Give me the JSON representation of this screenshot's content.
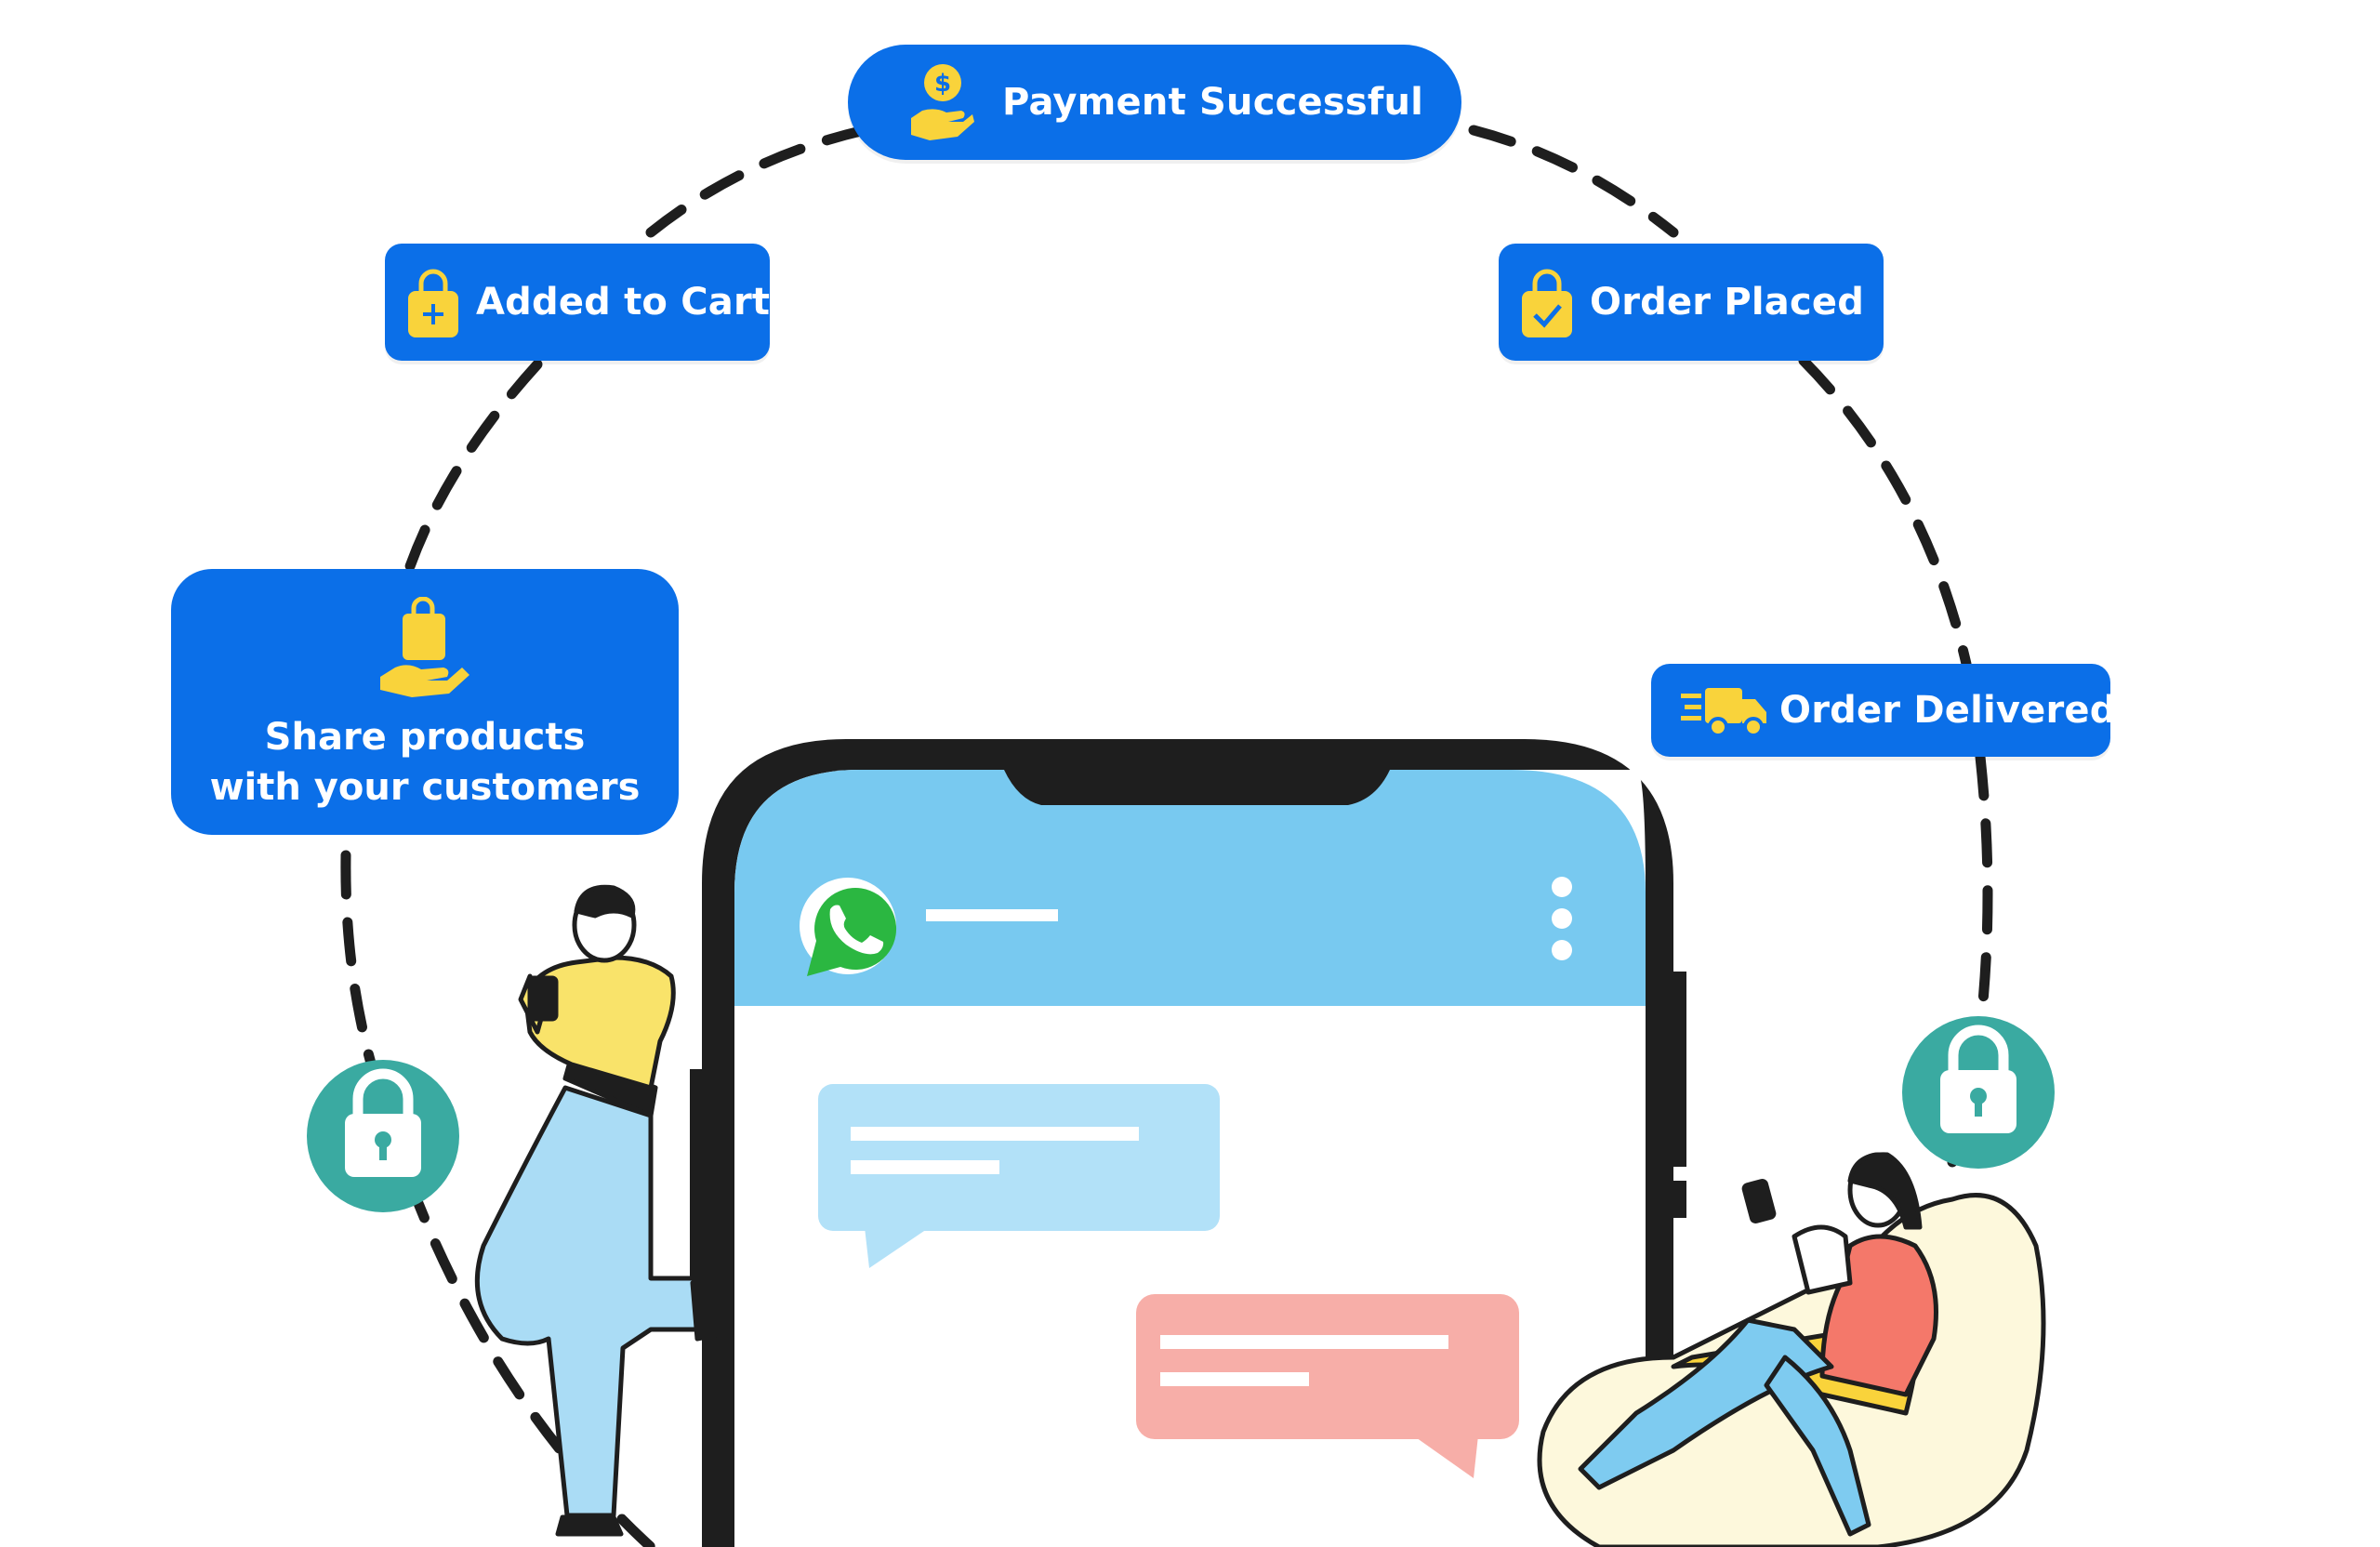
{
  "steps": {
    "payment": {
      "label": "Payment Successful",
      "icon": "coin-in-hand-icon"
    },
    "cart": {
      "label": "Added to Cart",
      "icon": "shopping-bag-plus-icon"
    },
    "order": {
      "label": "Order Placed",
      "icon": "shopping-bag-check-icon"
    },
    "delivered": {
      "label": "Order Delivered",
      "icon": "delivery-truck-icon"
    },
    "share": {
      "line1": "Share products",
      "line2": "with your customers",
      "icon": "bag-in-hand-icon"
    }
  },
  "phone": {
    "app_icon": "whatsapp-icon",
    "menu_icon": "kebab-menu-icon"
  },
  "colors": {
    "accent_blue": "#0b6fe8",
    "icon_yellow": "#f9d33b",
    "lock_teal": "#3aaaa1",
    "phone_header": "#78c9f0",
    "bubble_blue": "#b2e1f8",
    "bubble_pink": "#f7aea8",
    "whatsapp_green": "#2bb741"
  }
}
